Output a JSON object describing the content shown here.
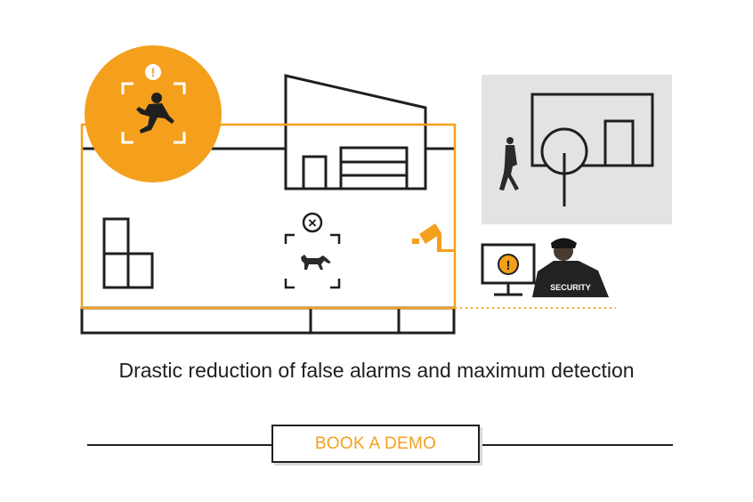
{
  "colors": {
    "accent": "#f4a01c",
    "ink": "#1f1f1f",
    "panel": "#e3e3e3"
  },
  "badges": {
    "alert_mark": "!",
    "dismiss_mark": "×"
  },
  "guard": {
    "jacket_text": "SECURITY"
  },
  "headline": "Drastic reduction of false alarms and maximum detection",
  "cta": {
    "label": "BOOK A DEMO"
  },
  "icons": [
    "warning-icon",
    "close-circle-icon",
    "cctv-camera-icon",
    "monitor-icon",
    "tree-icon"
  ]
}
